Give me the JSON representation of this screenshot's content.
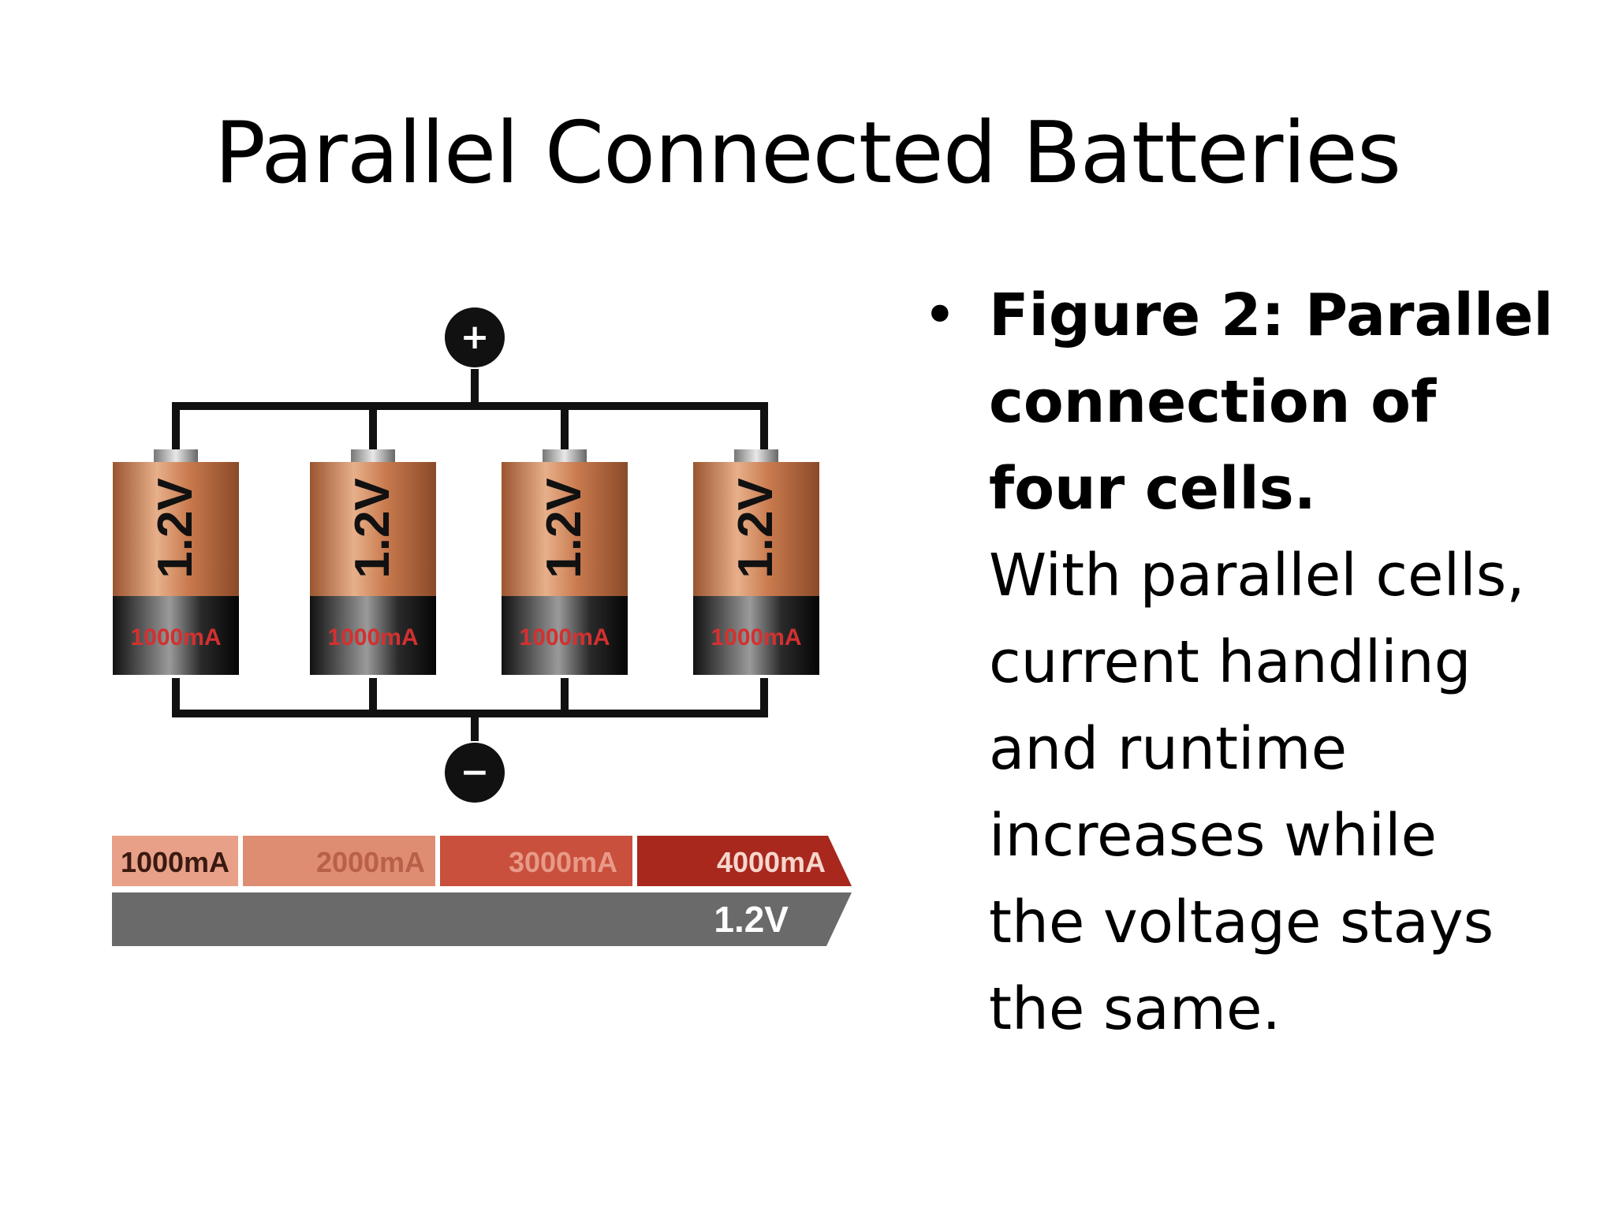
{
  "slide": {
    "title": "Parallel Connected Batteries"
  },
  "diagram": {
    "positive_symbol": "+",
    "negative_symbol": "−",
    "cells": [
      {
        "voltage": "1.2V",
        "capacity": "1000mA"
      },
      {
        "voltage": "1.2V",
        "capacity": "1000mA"
      },
      {
        "voltage": "1.2V",
        "capacity": "1000mA"
      },
      {
        "voltage": "1.2V",
        "capacity": "1000mA"
      }
    ],
    "capacity_bar": {
      "segments": [
        "1000mA",
        "2000mA",
        "3000mA",
        "4000mA"
      ],
      "segment_colors": [
        "#e8a088",
        "#de8c72",
        "#c8503c",
        "#a8281e"
      ]
    },
    "voltage_bar": {
      "label": "1.2V",
      "color": "#6a6a6a"
    },
    "cell_body_color": "#c97a4e",
    "wire_color": "#111111"
  },
  "text": {
    "bullet": "•",
    "caption_lines": [
      "Figure 2: Parallel",
      "connection of",
      "four cells."
    ],
    "body_lines": [
      "With parallel cells,",
      "current handling",
      "and runtime",
      "increases while",
      "the voltage stays",
      "the same."
    ]
  }
}
